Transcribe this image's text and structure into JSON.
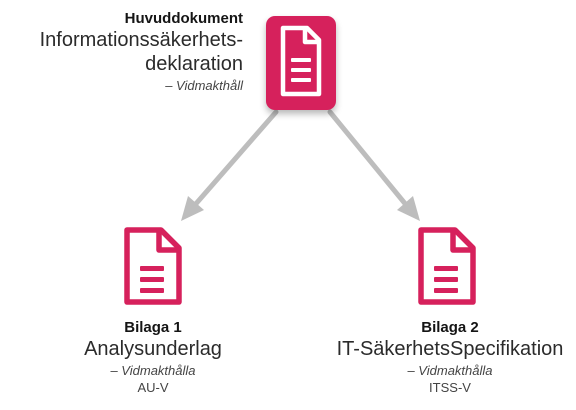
{
  "colors": {
    "accent": "#d6215c",
    "arrow": "#bdbdbd",
    "text": "#1e1e1e"
  },
  "main_document": {
    "tag": "Huvuddokument",
    "title_line1": "Informationssäkerhets-",
    "title_line2": "deklaration",
    "status": "– Vidmakthåll",
    "icon": "document-filled-icon"
  },
  "appendices": [
    {
      "tag": "Bilaga 1",
      "title": "Analysunderlag",
      "status": "– Vidmakthålla",
      "code": "AU-V",
      "icon": "document-outline-icon"
    },
    {
      "tag": "Bilaga 2",
      "title": "IT-SäkerhetsSpecifikation",
      "status": "– Vidmakthålla",
      "code": "ITSS-V",
      "icon": "document-outline-icon"
    }
  ]
}
